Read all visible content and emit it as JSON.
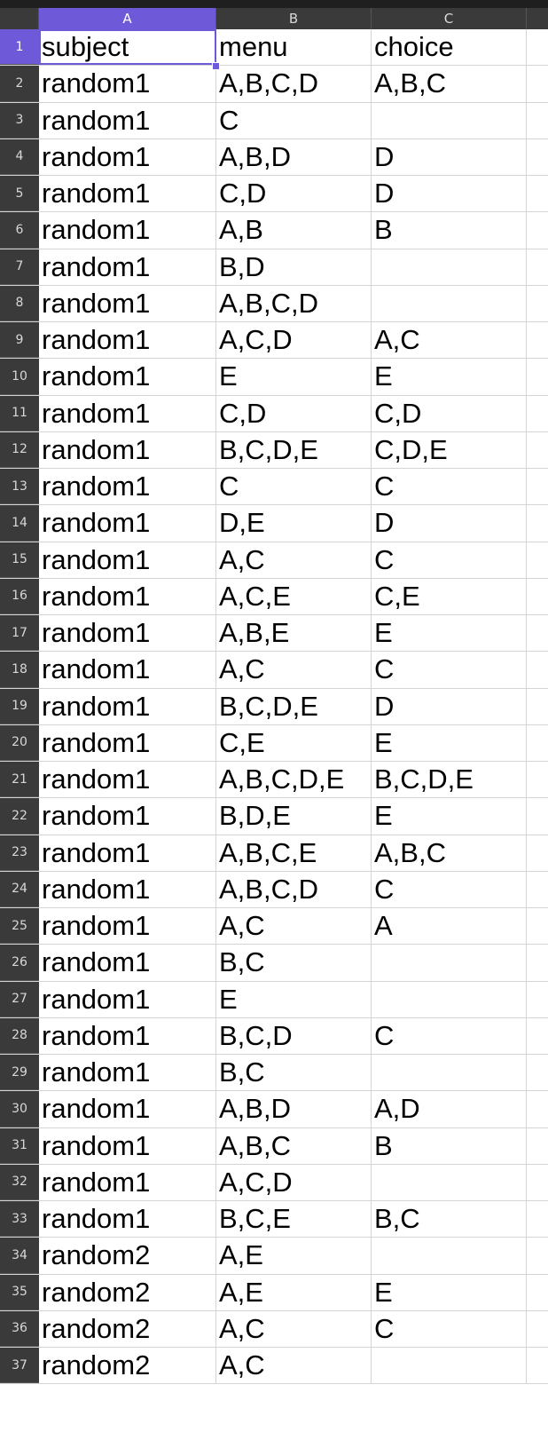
{
  "columns": [
    "A",
    "B",
    "C"
  ],
  "active_cell": "A1",
  "accent_color": "#6e5ad9",
  "rows": [
    {
      "n": "1",
      "a": "subject",
      "b": "menu",
      "c": "choice"
    },
    {
      "n": "2",
      "a": "random1",
      "b": "A,B,C,D",
      "c": "A,B,C"
    },
    {
      "n": "3",
      "a": "random1",
      "b": "C",
      "c": ""
    },
    {
      "n": "4",
      "a": "random1",
      "b": "A,B,D",
      "c": "D"
    },
    {
      "n": "5",
      "a": "random1",
      "b": "C,D",
      "c": "D"
    },
    {
      "n": "6",
      "a": "random1",
      "b": "A,B",
      "c": "B"
    },
    {
      "n": "7",
      "a": "random1",
      "b": "B,D",
      "c": ""
    },
    {
      "n": "8",
      "a": "random1",
      "b": "A,B,C,D",
      "c": ""
    },
    {
      "n": "9",
      "a": "random1",
      "b": "A,C,D",
      "c": "A,C"
    },
    {
      "n": "10",
      "a": "random1",
      "b": "E",
      "c": "E"
    },
    {
      "n": "11",
      "a": "random1",
      "b": "C,D",
      "c": "C,D"
    },
    {
      "n": "12",
      "a": "random1",
      "b": "B,C,D,E",
      "c": "C,D,E"
    },
    {
      "n": "13",
      "a": "random1",
      "b": "C",
      "c": "C"
    },
    {
      "n": "14",
      "a": "random1",
      "b": "D,E",
      "c": "D"
    },
    {
      "n": "15",
      "a": "random1",
      "b": "A,C",
      "c": "C"
    },
    {
      "n": "16",
      "a": "random1",
      "b": "A,C,E",
      "c": "C,E"
    },
    {
      "n": "17",
      "a": "random1",
      "b": "A,B,E",
      "c": "E"
    },
    {
      "n": "18",
      "a": "random1",
      "b": "A,C",
      "c": "C"
    },
    {
      "n": "19",
      "a": "random1",
      "b": "B,C,D,E",
      "c": "D"
    },
    {
      "n": "20",
      "a": "random1",
      "b": "C,E",
      "c": "E"
    },
    {
      "n": "21",
      "a": "random1",
      "b": "A,B,C,D,E",
      "c": "B,C,D,E"
    },
    {
      "n": "22",
      "a": "random1",
      "b": "B,D,E",
      "c": "E"
    },
    {
      "n": "23",
      "a": "random1",
      "b": "A,B,C,E",
      "c": "A,B,C"
    },
    {
      "n": "24",
      "a": "random1",
      "b": "A,B,C,D",
      "c": "C"
    },
    {
      "n": "25",
      "a": "random1",
      "b": "A,C",
      "c": "A"
    },
    {
      "n": "26",
      "a": "random1",
      "b": "B,C",
      "c": ""
    },
    {
      "n": "27",
      "a": "random1",
      "b": "E",
      "c": ""
    },
    {
      "n": "28",
      "a": "random1",
      "b": "B,C,D",
      "c": "C"
    },
    {
      "n": "29",
      "a": "random1",
      "b": "B,C",
      "c": ""
    },
    {
      "n": "30",
      "a": "random1",
      "b": "A,B,D",
      "c": "A,D"
    },
    {
      "n": "31",
      "a": "random1",
      "b": "A,B,C",
      "c": "B"
    },
    {
      "n": "32",
      "a": "random1",
      "b": "A,C,D",
      "c": ""
    },
    {
      "n": "33",
      "a": "random1",
      "b": "B,C,E",
      "c": "B,C"
    },
    {
      "n": "34",
      "a": "random2",
      "b": "A,E",
      "c": ""
    },
    {
      "n": "35",
      "a": "random2",
      "b": "A,E",
      "c": "E"
    },
    {
      "n": "36",
      "a": "random2",
      "b": "A,C",
      "c": "C"
    },
    {
      "n": "37",
      "a": "random2",
      "b": "A,C",
      "c": ""
    }
  ]
}
